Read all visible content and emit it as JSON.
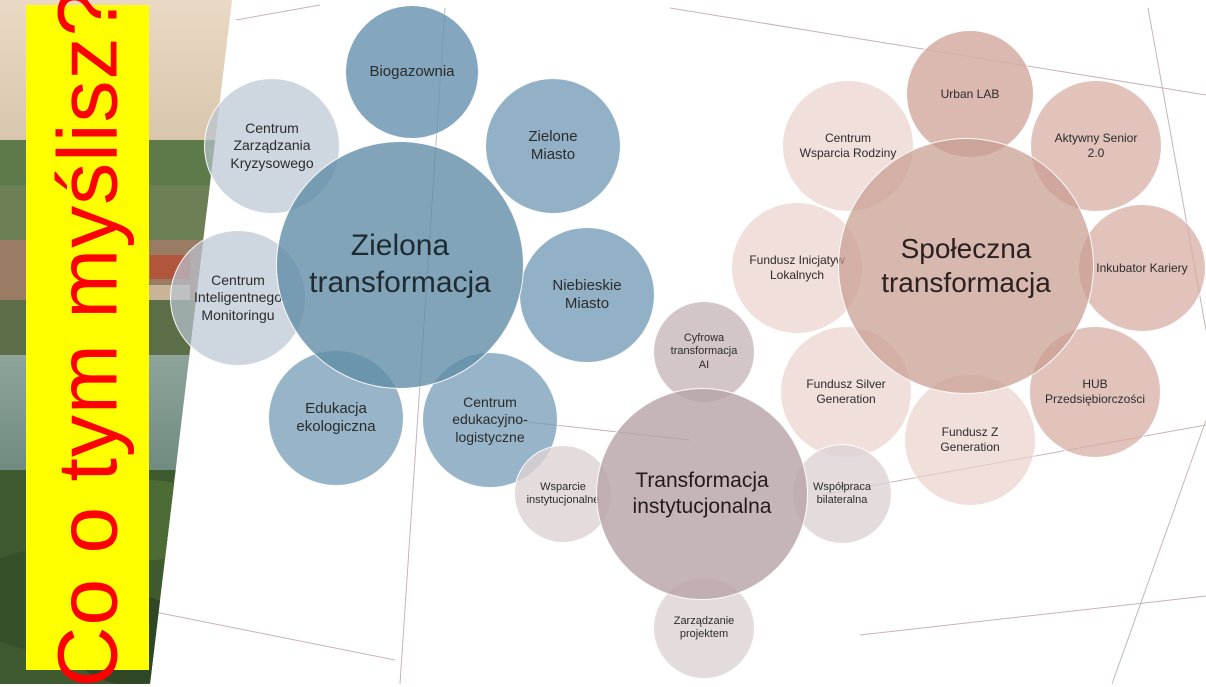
{
  "side_title": "Co o tym myślisz?",
  "colors": {
    "title_background": "#ffff00",
    "title_text": "#ff0000",
    "green_center": "#5f8aa5",
    "green_petal": "#6f97b3",
    "green_gray": "#b9c4d1",
    "social_center": "#c79c90",
    "social_petal": "#d5aca2",
    "social_light": "#e9d2cb",
    "institutional_center": "#b7a3a7",
    "institutional_petal": "#c8b8bb",
    "institutional_light": "#ddd2d4"
  },
  "clusters": {
    "green": {
      "center": "Zielona\ntransformacja",
      "items": [
        "Biogazownia",
        "Zielone\nMiasto",
        "Niebieskie\nMiasto",
        "Centrum\nedukacyjno-\nlogistyczne",
        "Edukacja\nekologiczna",
        "Centrum\nInteligentnego\nMonitoringu",
        "Centrum\nZarządzania\nKryzysowego"
      ]
    },
    "social": {
      "center": "Społeczna\ntransformacja",
      "items": [
        "Urban LAB",
        "Aktywny Senior\n2.0",
        "Inkubator Kariery",
        "HUB\nPrzedsiębiorczości",
        "Fundusz Z\nGeneration",
        "Fundusz Silver\nGeneration",
        "Fundusz Inicjatyw\nLokalnych",
        "Centrum\nWsparcia Rodziny"
      ]
    },
    "institutional": {
      "center": "Transformacja\ninstytucjonalna",
      "items": [
        "Cyfrowa\ntransformacja\nAI",
        "Współpraca\nbilateralna",
        "Zarządzanie\nprojektem",
        "Wsparcie\ninstytucjonalne"
      ]
    }
  }
}
